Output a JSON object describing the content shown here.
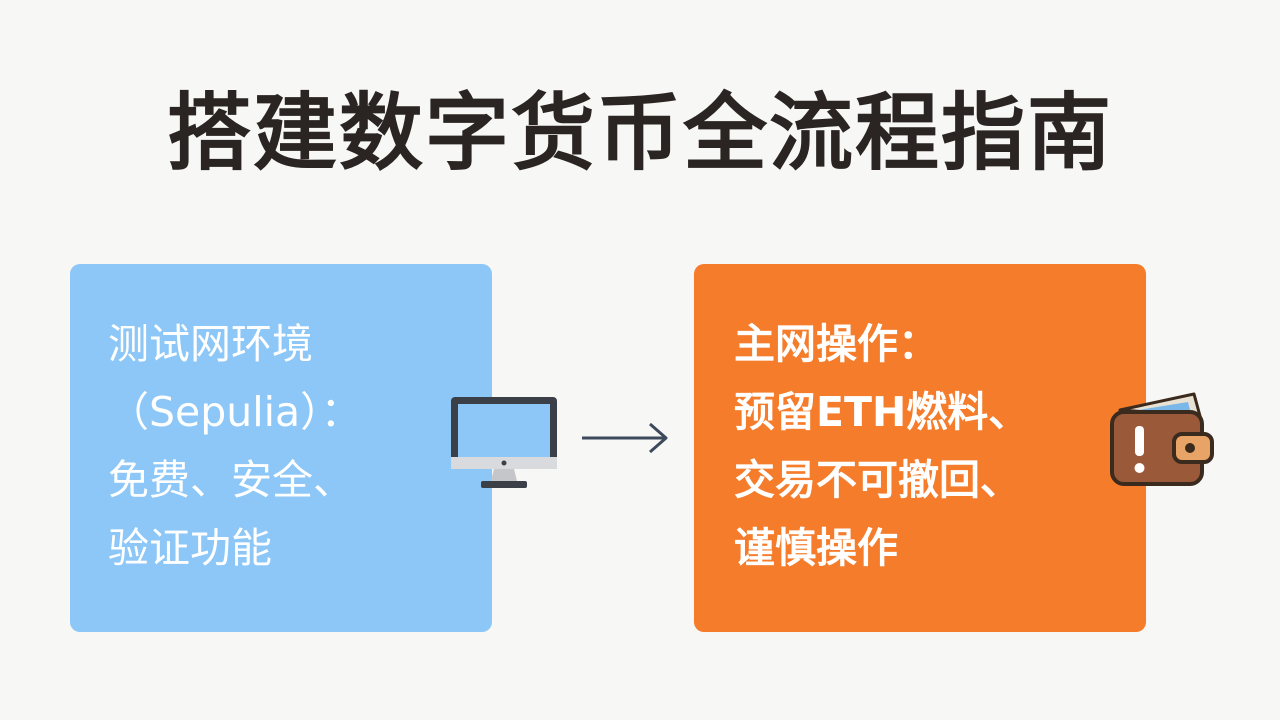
{
  "title": "搭建数字货币全流程指南",
  "testnet": {
    "lines": [
      "测试网环境",
      "（Sepulia）：",
      "免费、安全、",
      "验证功能"
    ],
    "color": "#8cc7f7",
    "icon": "monitor-icon"
  },
  "mainnet": {
    "lines": [
      "主网操作：",
      "预留ETH燃料、",
      "交易不可撤回、",
      "谨慎操作"
    ],
    "color": "#f47c2a",
    "icon": "wallet-warning-icon"
  },
  "connector": "arrow-right-icon"
}
